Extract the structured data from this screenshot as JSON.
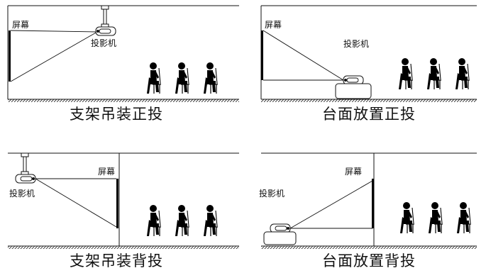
{
  "panels": [
    {
      "caption": "支架吊装正投",
      "screen_label": "屏幕",
      "projector_label": "投影机"
    },
    {
      "caption": "台面放置正投",
      "screen_label": "屏幕",
      "projector_label": "投影机"
    },
    {
      "caption": "支架吊装背投",
      "screen_label": "屏幕",
      "projector_label": "投影机"
    },
    {
      "caption": "台面放置背投",
      "screen_label": "屏幕",
      "projector_label": "投影机"
    }
  ],
  "colors": {
    "line": "#111111",
    "screen": "#000000",
    "background": "#ffffff"
  },
  "icons": [
    "ceiling-mount-icon",
    "projector-icon",
    "table-icon",
    "seated-person-icon"
  ]
}
